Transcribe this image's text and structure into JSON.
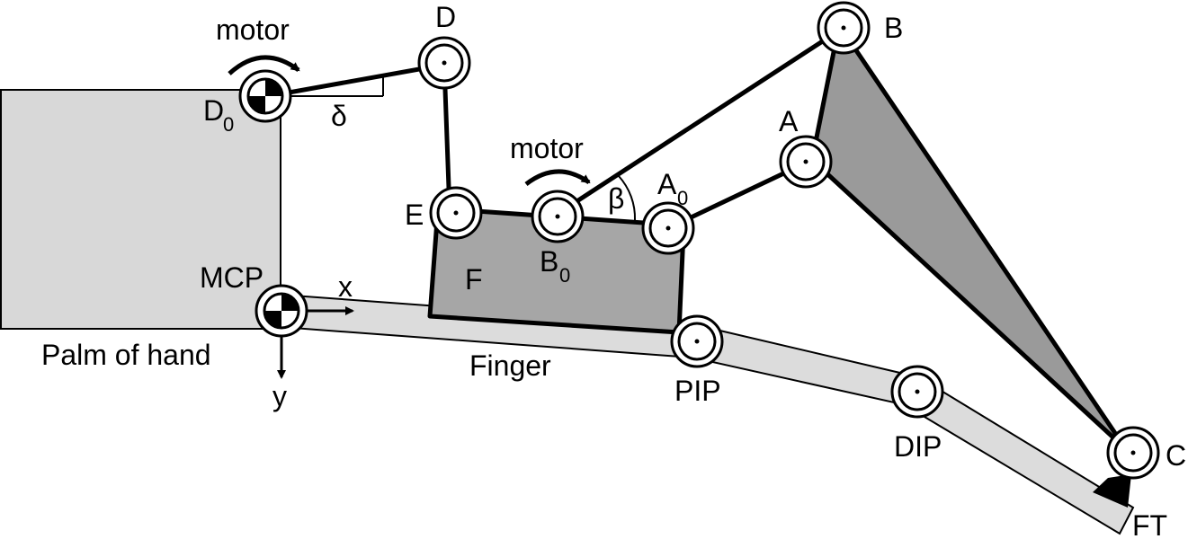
{
  "labels": {
    "motor_top": "motor",
    "motor_mid": "motor",
    "D0": "D",
    "D0_sub": "0",
    "delta": "δ",
    "D": "D",
    "E": "E",
    "F": "F",
    "B0": "B",
    "B0_sub": "0",
    "beta": "β",
    "A0": "A",
    "A0_sub": "0",
    "A": "A",
    "B": "B",
    "C": "C",
    "MCP": "MCP",
    "x": "x",
    "y": "y",
    "palm": "Palm of hand",
    "finger": "Finger",
    "PIP": "PIP",
    "DIP": "DIP",
    "FT": "FT"
  },
  "colors": {
    "palm_fill": "#d8d8d8",
    "finger_fill": "#dcdcdc",
    "link_fill": "#a6a6a6",
    "triangle_fill": "#9a9a9a",
    "stroke": "#000000"
  }
}
